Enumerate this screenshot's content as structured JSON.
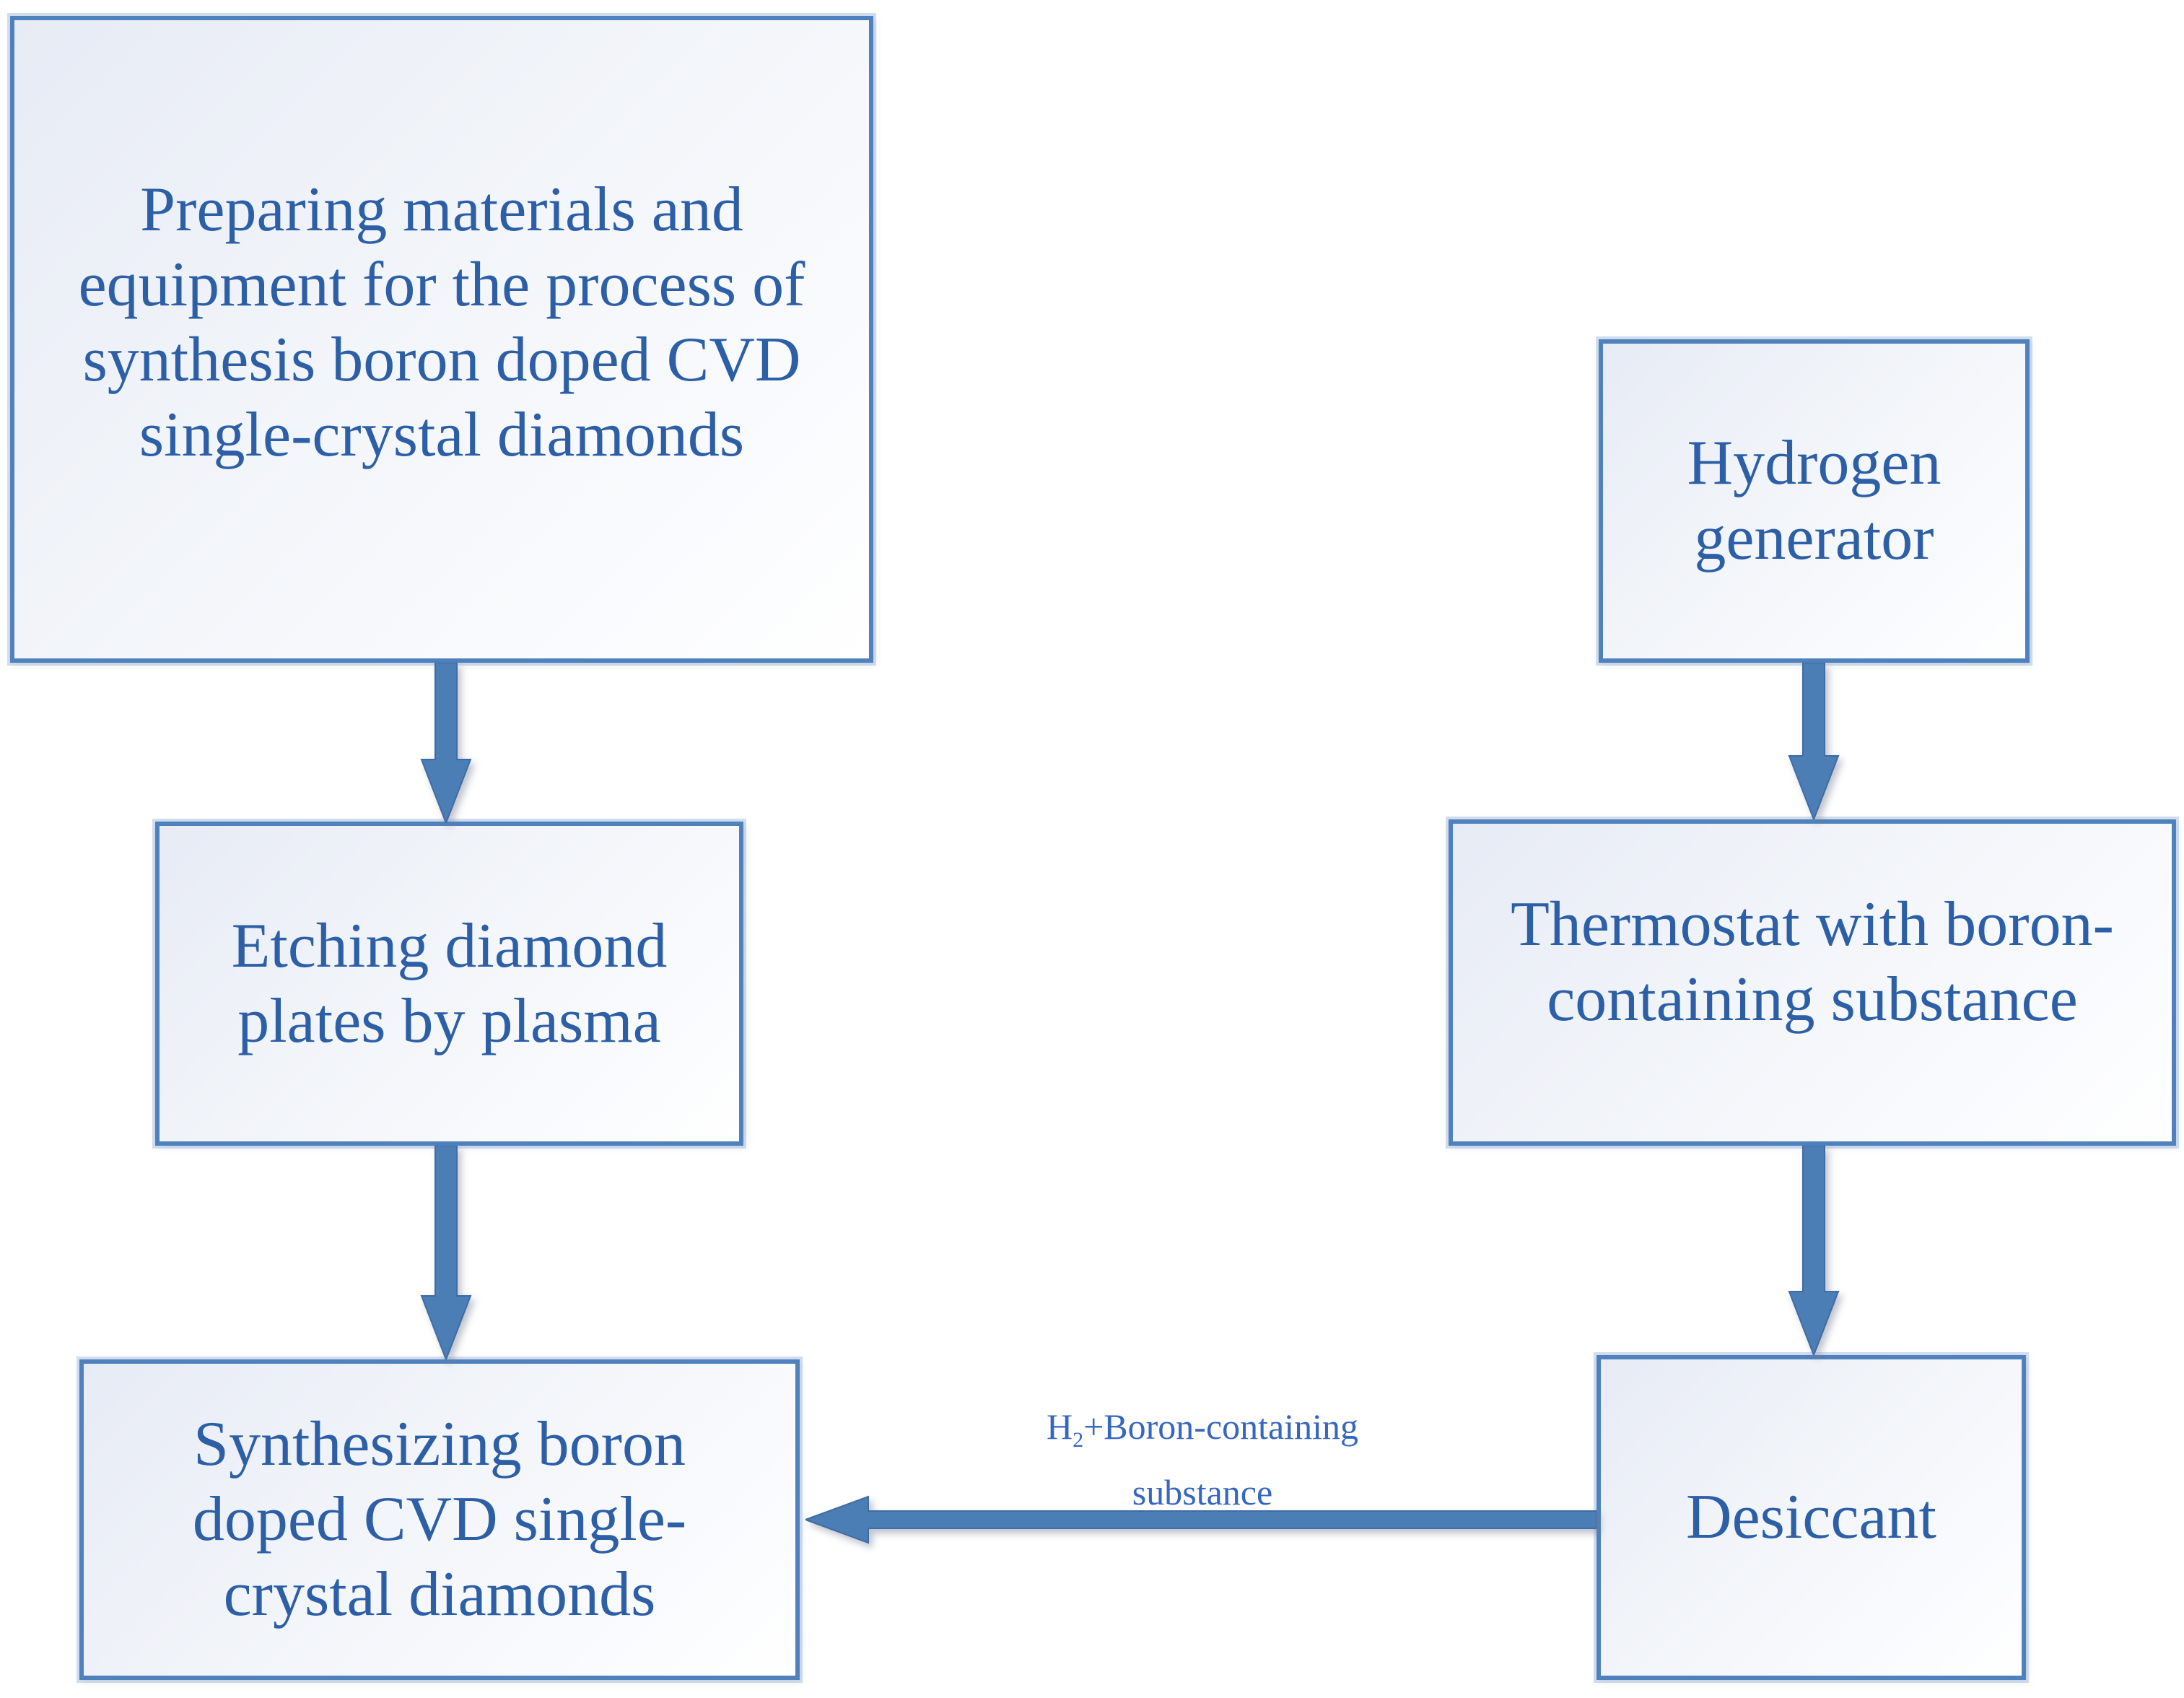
{
  "diagram": {
    "boxes": {
      "preparing": {
        "lines": [
          "Preparing materials and",
          "equipment for the process of",
          "synthesis boron doped CVD",
          "single-crystal diamonds"
        ]
      },
      "etching": {
        "lines": [
          "Etching diamond",
          "plates by plasma"
        ]
      },
      "synthesizing": {
        "lines": [
          "Synthesizing boron",
          "doped CVD single-",
          "crystal diamonds"
        ]
      },
      "hydrogen": {
        "lines": [
          "Hydrogen",
          "generator"
        ]
      },
      "thermostat": {
        "lines": [
          "Thermostat with boron-",
          "containing substance"
        ]
      },
      "desiccant": {
        "lines": [
          "Desiccant"
        ]
      }
    },
    "arrow_label": {
      "base": "H",
      "subscript": "2",
      "rest": "+Boron-containing",
      "line2": "substance"
    },
    "colors": {
      "box_border": "#4f81bd",
      "box_text": "#2d5fa6",
      "label_text": "#3566c0",
      "arrow_fill": "#4b7eb5",
      "arrow_stroke": "#3e6ca6"
    }
  }
}
